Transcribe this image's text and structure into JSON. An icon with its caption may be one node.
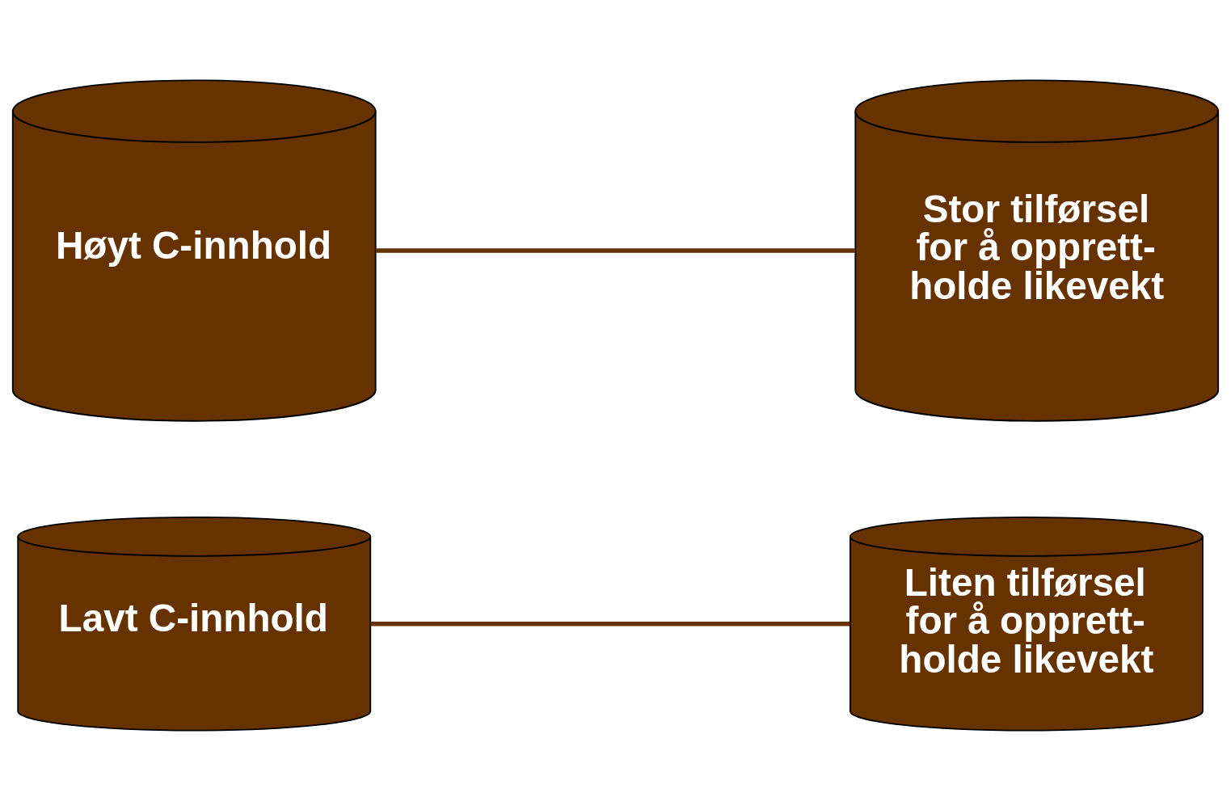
{
  "diagram": {
    "nodes": [
      {
        "text": [
          "Høyt C-innhold"
        ]
      },
      {
        "text": [
          "Stor tilførsel for å opprett- holde likevekt"
        ]
      },
      {
        "text": [
          "Lavt C-innhold"
        ]
      },
      {
        "text": [
          "Liten tilførsel for å opprett- holde likevekt"
        ]
      }
    ],
    "edges": [
      {
        "from": 0,
        "to": 1,
        "arrow": "none"
      },
      {
        "from": 2,
        "to": 3,
        "arrow": "none"
      }
    ]
  }
}
